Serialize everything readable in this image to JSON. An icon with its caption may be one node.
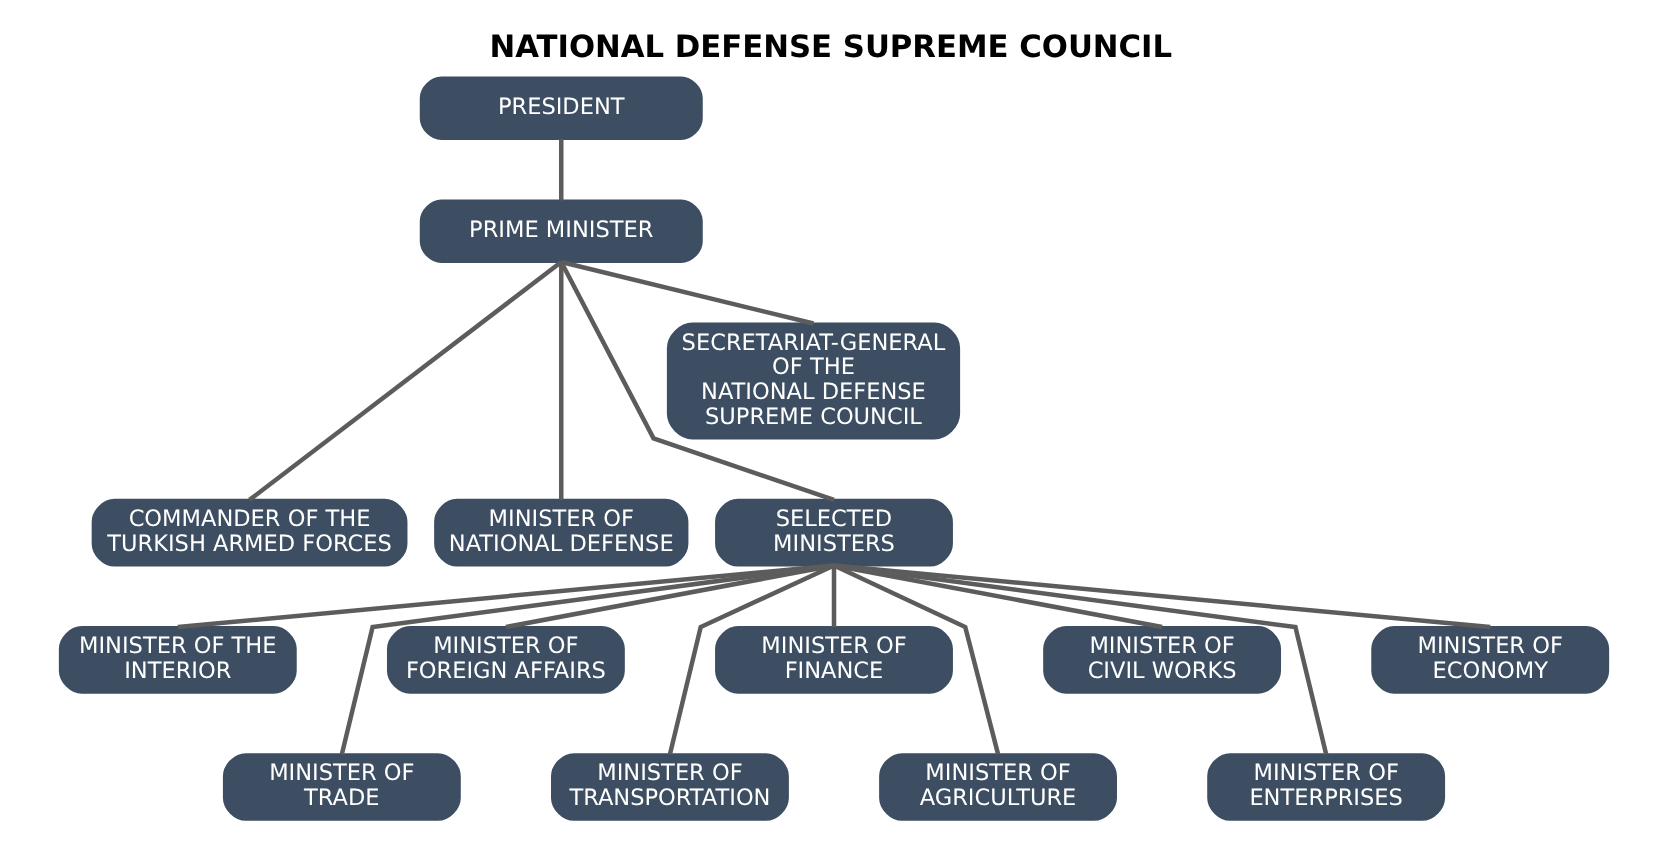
{
  "diagram": {
    "title": "NATIONAL DEFENSE SUPREME COUNCIL",
    "nodes": [
      {
        "text": [
          "PRESIDENT"
        ]
      },
      {
        "text": [
          "PRIME MINISTER"
        ]
      },
      {
        "text": [
          "SECRETARIAT-GENERAL OF THE NATIONAL DEFENSE SUPREME COUNCIL"
        ]
      },
      {
        "text": [
          "COMMANDER OF THE TURKISH ARMED FORCES"
        ]
      },
      {
        "text": [
          "MINISTER OF NATIONAL DEFENSE"
        ]
      },
      {
        "text": [
          "SELECTED MINISTERS"
        ]
      },
      {
        "text": [
          "MINISTER OF THE INTERIOR"
        ]
      },
      {
        "text": [
          "MINISTER OF FOREIGN AFFAIRS"
        ]
      },
      {
        "text": [
          "MINISTER OF FINANCE"
        ]
      },
      {
        "text": [
          "MINISTER OF CIVIL WORKS"
        ]
      },
      {
        "text": [
          "MINISTER OF ECONOMY"
        ]
      },
      {
        "text": [
          "MINISTER OF TRADE"
        ]
      },
      {
        "text": [
          "MINISTER OF TRANSPORTATION"
        ]
      },
      {
        "text": [
          "MINISTER OF AGRICULTURE"
        ]
      },
      {
        "text": [
          "MINISTER OF ENTERPRISES"
        ]
      }
    ],
    "edges": [
      {
        "from": 0,
        "to": 1,
        "arrow": "none"
      },
      {
        "from": 1,
        "to": 3,
        "arrow": "none"
      },
      {
        "from": 1,
        "to": 4,
        "arrow": "none"
      },
      {
        "from": 1,
        "to": 5,
        "arrow": "none"
      },
      {
        "from": 1,
        "to": 2,
        "arrow": "none"
      },
      {
        "from": 5,
        "to": 6,
        "arrow": "none"
      },
      {
        "from": 5,
        "to": 11,
        "arrow": "none"
      },
      {
        "from": 5,
        "to": 7,
        "arrow": "none"
      },
      {
        "from": 5,
        "to": 12,
        "arrow": "none"
      },
      {
        "from": 5,
        "to": 8,
        "arrow": "none"
      },
      {
        "from": 5,
        "to": 13,
        "arrow": "none"
      },
      {
        "from": 5,
        "to": 9,
        "arrow": "none"
      },
      {
        "from": 5,
        "to": 14,
        "arrow": "none"
      },
      {
        "from": 5,
        "to": 10,
        "arrow": "none"
      }
    ]
  }
}
